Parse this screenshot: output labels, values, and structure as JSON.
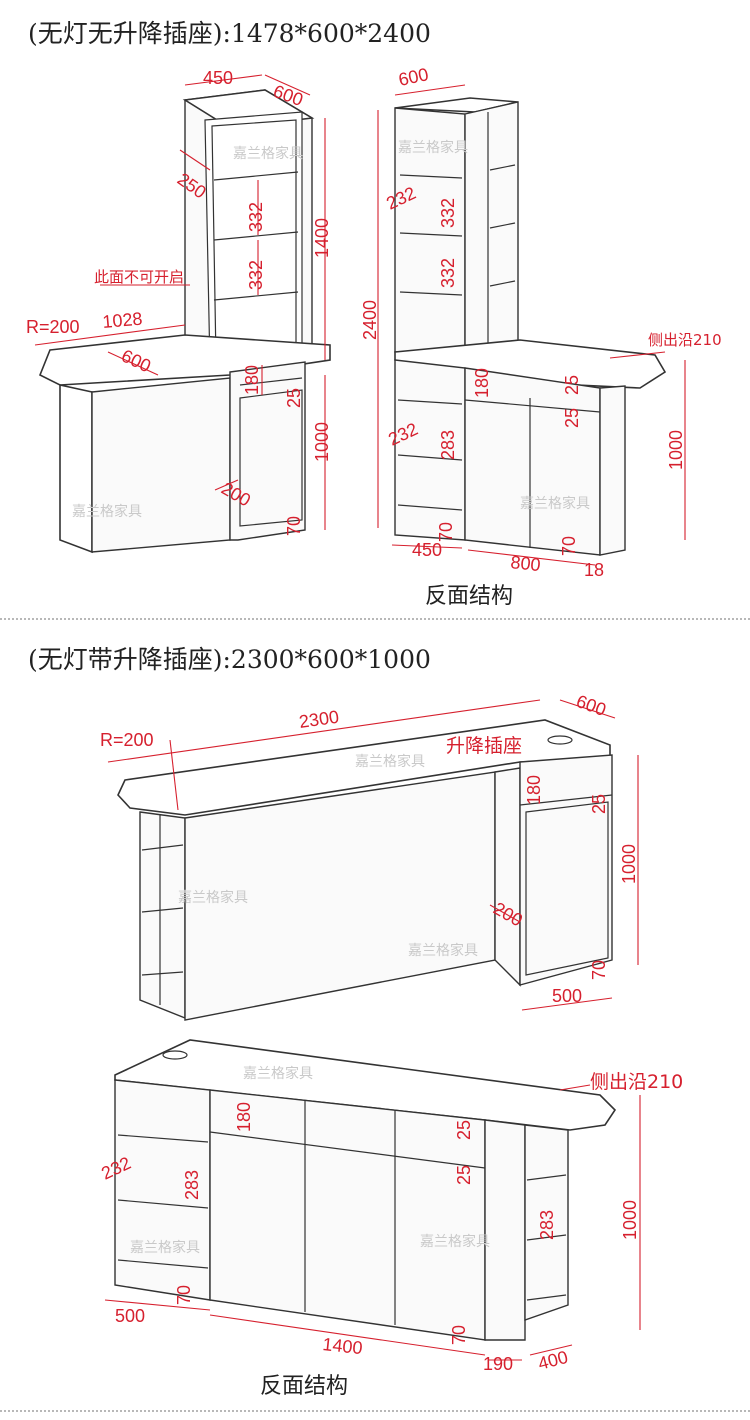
{
  "section1": {
    "title": "(无灯无升降插座):1478*600*2400",
    "front": {
      "dims": [
        "450",
        "600",
        "250",
        "332",
        "332",
        "1400",
        "此面不可开启",
        "R=200",
        "1028",
        "600",
        "180",
        "25",
        "1000",
        "200",
        "70"
      ],
      "watermarks": [
        "嘉兰格家具",
        "嘉兰格家具"
      ]
    },
    "back": {
      "dims": [
        "600",
        "232",
        "332",
        "332",
        "2400",
        "侧出沿210",
        "180",
        "25",
        "25",
        "232",
        "283",
        "1000",
        "450",
        "800",
        "70",
        "70",
        "18"
      ],
      "watermarks": [
        "嘉兰格家具",
        "嘉兰格家具"
      ],
      "caption": "反面结构"
    }
  },
  "section2": {
    "title": "(无灯带升降插座):2300*600*1000",
    "front": {
      "dims": [
        "2300",
        "600",
        "R=200",
        "升降插座",
        "180",
        "25",
        "1000",
        "200",
        "70",
        "500"
      ],
      "watermarks": [
        "嘉兰格家具",
        "嘉兰格家具",
        "嘉兰格家具"
      ]
    },
    "back": {
      "dims": [
        "侧出沿210",
        "180",
        "25",
        "25",
        "232",
        "283",
        "283",
        "1000",
        "70",
        "70",
        "500",
        "1400",
        "190",
        "400"
      ],
      "watermarks": [
        "嘉兰格家具",
        "嘉兰格家具",
        "嘉兰格家具"
      ],
      "caption": "反面结构"
    }
  }
}
